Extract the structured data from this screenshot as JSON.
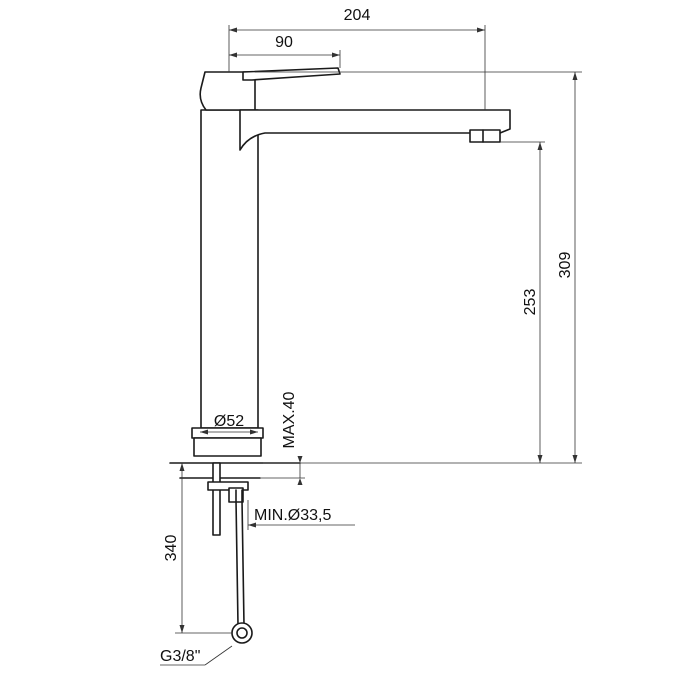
{
  "diagram": {
    "subject": "tall single-lever basin mixer",
    "dimensions": {
      "spout_reach": "204",
      "lever_length": "90",
      "total_height": "309",
      "spout_outlet_height": "253",
      "base_diameter": "Ø52",
      "max_countertop_thickness": "MAX.40",
      "min_hole_diameter": "MIN.Ø33,5",
      "hose_length": "340",
      "hose_connection": "G3/8\""
    },
    "line_color": "#1a1a1a",
    "dimension_color": "#333333"
  }
}
